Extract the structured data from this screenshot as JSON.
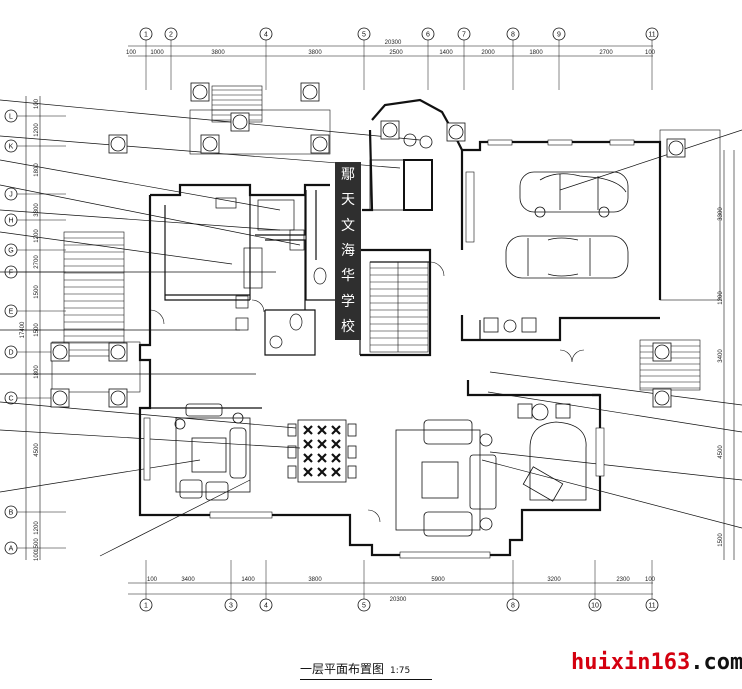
{
  "grid_top": [
    "1",
    "2",
    "4",
    "5",
    "6",
    "7",
    "8",
    "9",
    "11"
  ],
  "grid_bottom": [
    "1",
    "3",
    "4",
    "5",
    "8",
    "10",
    "11"
  ],
  "grid_left": [
    "L",
    "K",
    "J",
    "H",
    "G",
    "F",
    "E",
    "D",
    "C",
    "B",
    "A"
  ],
  "dims_top_total": "20300",
  "dims_top": [
    "100",
    "1000",
    "3800",
    "3800",
    "2500",
    "1400",
    "2000",
    "1800",
    "2700",
    "100"
  ],
  "dims_bottom_total": "20300",
  "dims_bottom": [
    "100",
    "3400",
    "1400",
    "3800",
    "5900",
    "3200",
    "2300",
    "100"
  ],
  "dims_left": [
    "100",
    "1200",
    "1800",
    "3300",
    "1200",
    "2700",
    "1500",
    "1500",
    "1800",
    "4500",
    "1200",
    "1500",
    "100"
  ],
  "dims_left_total": "17400",
  "dims_right": [
    "3300",
    "1200",
    "3400",
    "4500",
    "1500"
  ],
  "watermark_chars": [
    "鄢",
    "天",
    "文",
    "海",
    "华",
    "学",
    "校"
  ],
  "title_text": "一层平面布置图",
  "title_scale": "1:75",
  "brand_red": "huixin163",
  "brand_black": ".com",
  "colors": {
    "line": "#111111",
    "accent": "#d4000f",
    "watermark_bg": "#2f2f2f"
  }
}
